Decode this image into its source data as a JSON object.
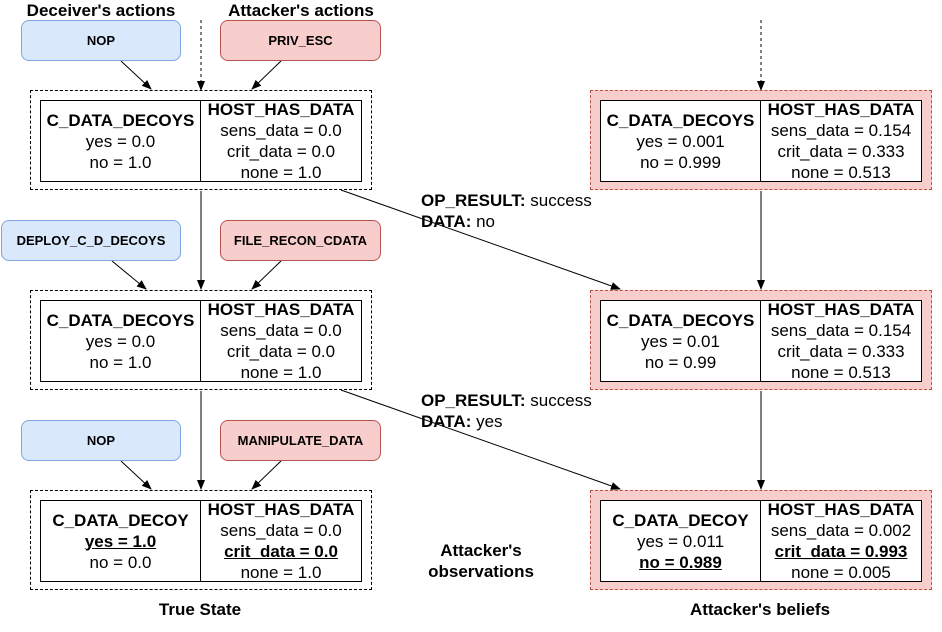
{
  "headers": {
    "deceiver": "Deceiver's actions",
    "attacker": "Attacker's actions"
  },
  "actions": {
    "row1": {
      "deceiver": "NOP",
      "attacker": "PRIV_ESC"
    },
    "row2": {
      "deceiver": "DEPLOY_C_D_DECOYS",
      "attacker": "FILE_RECON_CDATA"
    },
    "row3": {
      "deceiver": "NOP",
      "attacker": "MANIPULATE_DATA"
    }
  },
  "true_state": [
    {
      "left": {
        "title": "C_DATA_DECOYS",
        "yes": "yes = 0.0",
        "no": "no = 1.0"
      },
      "right": {
        "title": "HOST_HAS_DATA",
        "sens": "sens_data = 0.0",
        "crit": "crit_data = 0.0",
        "none": "none = 1.0"
      }
    },
    {
      "left": {
        "title": "C_DATA_DECOYS",
        "yes": "yes = 0.0",
        "no": "no = 1.0"
      },
      "right": {
        "title": "HOST_HAS_DATA",
        "sens": "sens_data = 0.0",
        "crit": "crit_data = 0.0",
        "none": "none = 1.0"
      }
    },
    {
      "left": {
        "title": "C_DATA_DECOY",
        "yes": "yes = 1.0",
        "no": "no = 0.0"
      },
      "right": {
        "title": "HOST_HAS_DATA",
        "sens": "sens_data = 0.0",
        "crit": "crit_data = 0.0",
        "none": "none = 1.0"
      }
    }
  ],
  "beliefs": [
    {
      "left": {
        "title": "C_DATA_DECOYS",
        "yes": "yes = 0.001",
        "no": "no = 0.999"
      },
      "right": {
        "title": "HOST_HAS_DATA",
        "sens": "sens_data = 0.154",
        "crit": "crit_data = 0.333",
        "none": "none = 0.513"
      }
    },
    {
      "left": {
        "title": "C_DATA_DECOYS",
        "yes": "yes = 0.01",
        "no": "no = 0.99"
      },
      "right": {
        "title": "HOST_HAS_DATA",
        "sens": "sens_data = 0.154",
        "crit": "crit_data = 0.333",
        "none": "none = 0.513"
      }
    },
    {
      "left": {
        "title": "C_DATA_DECOY",
        "yes": "yes = 0.011",
        "no": "no = 0.989"
      },
      "right": {
        "title": "HOST_HAS_DATA",
        "sens": "sens_data = 0.002",
        "crit": "crit_data = 0.993",
        "none": "none = 0.005"
      }
    }
  ],
  "observations": [
    {
      "op_label": "OP_RESULT:",
      "op_value": "success",
      "data_label": "DATA:",
      "data_value": "no"
    },
    {
      "op_label": "OP_RESULT:",
      "op_value": "success",
      "data_label": "DATA:",
      "data_value": "yes"
    }
  ],
  "observations_label_line1": "Attacker's",
  "observations_label_line2": "observations",
  "footers": {
    "true_state": "True State",
    "beliefs": "Attacker's beliefs"
  },
  "colors": {
    "deceiver_fill": "#dae8fc",
    "deceiver_stroke": "#7ea6e0",
    "attacker_fill": "#f8cecc",
    "attacker_stroke": "#b85450",
    "edge": "#000000"
  }
}
